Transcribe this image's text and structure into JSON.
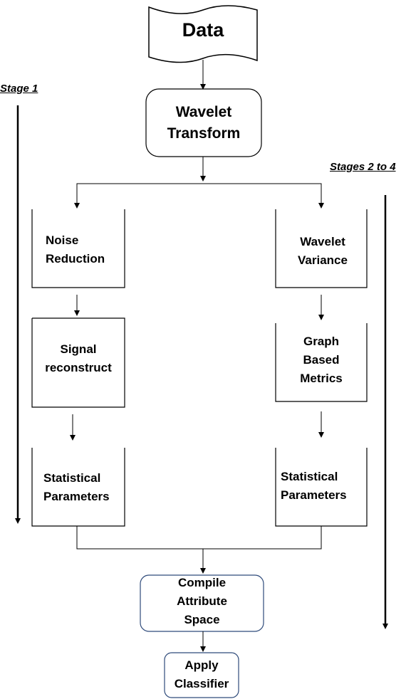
{
  "stages": {
    "left": "Stage 1",
    "right": "Stages 2 to 4"
  },
  "nodes": {
    "data": "Data",
    "wavelet_transform": "Wavelet\nTransform",
    "noise_reduction": "Noise\nReduction",
    "signal_reconstruct": "Signal\nreconstruct",
    "statistical_left": "Statistical\nParameters",
    "wavelet_variance": "Wavelet\nVariance",
    "graph_metrics": "Graph\nBased\nMetrics",
    "statistical_right": "Statistical\nParameters",
    "compile": "Compile\nAttribute\nSpace",
    "classifier": "Apply\nClassifier"
  }
}
